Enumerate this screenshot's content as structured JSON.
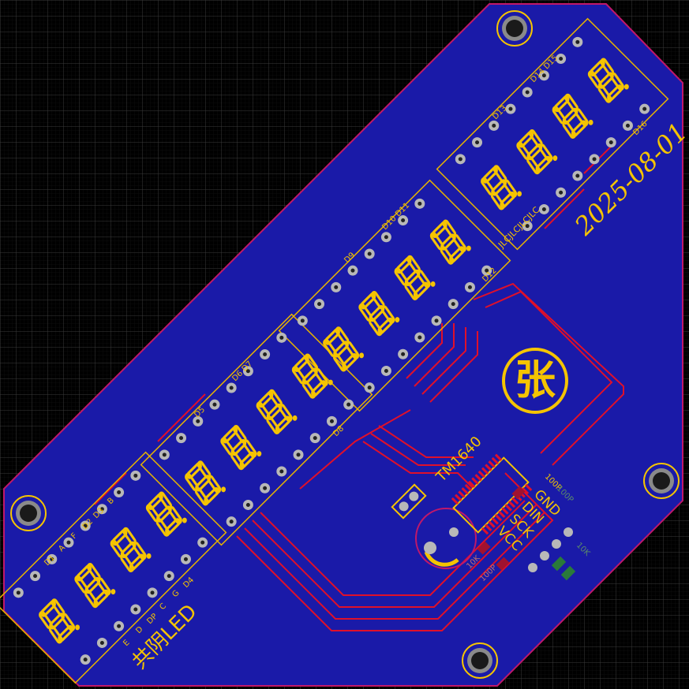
{
  "board": {
    "date": "2025-08-01",
    "title_cn": "共阴LED",
    "logo_char": "张",
    "chip": "TM1640",
    "pins": [
      "GND",
      "DIN",
      "SCK",
      "VCC"
    ],
    "cap_labels": [
      "100P",
      "100P",
      "10K",
      "10K"
    ],
    "pad_labels": [
      "10K",
      "100P"
    ],
    "jlc": "JLCJLCJLCJLC"
  },
  "designators": {
    "top_left_group": [
      "D1",
      "A",
      "F",
      "D2",
      "D3",
      "B"
    ],
    "bottom_left_group": [
      "E",
      "D",
      "DP",
      "C",
      "G",
      "D4"
    ],
    "d5": "D5",
    "d6_d7": "D6 D7",
    "d8": "D8",
    "d9": "D9",
    "d10_d11": "D10 D11",
    "d12": "D12",
    "d13": "D13",
    "d14_d15": "D14 D15",
    "d16": "D16"
  },
  "colors": {
    "background": "#000000",
    "grid": "#3a3a3a",
    "board": "#1a1aa8",
    "outline": "#c0186a",
    "silkscreen": "#f5c400",
    "trace": "#e0102a",
    "pad": "#b8b8b8"
  }
}
